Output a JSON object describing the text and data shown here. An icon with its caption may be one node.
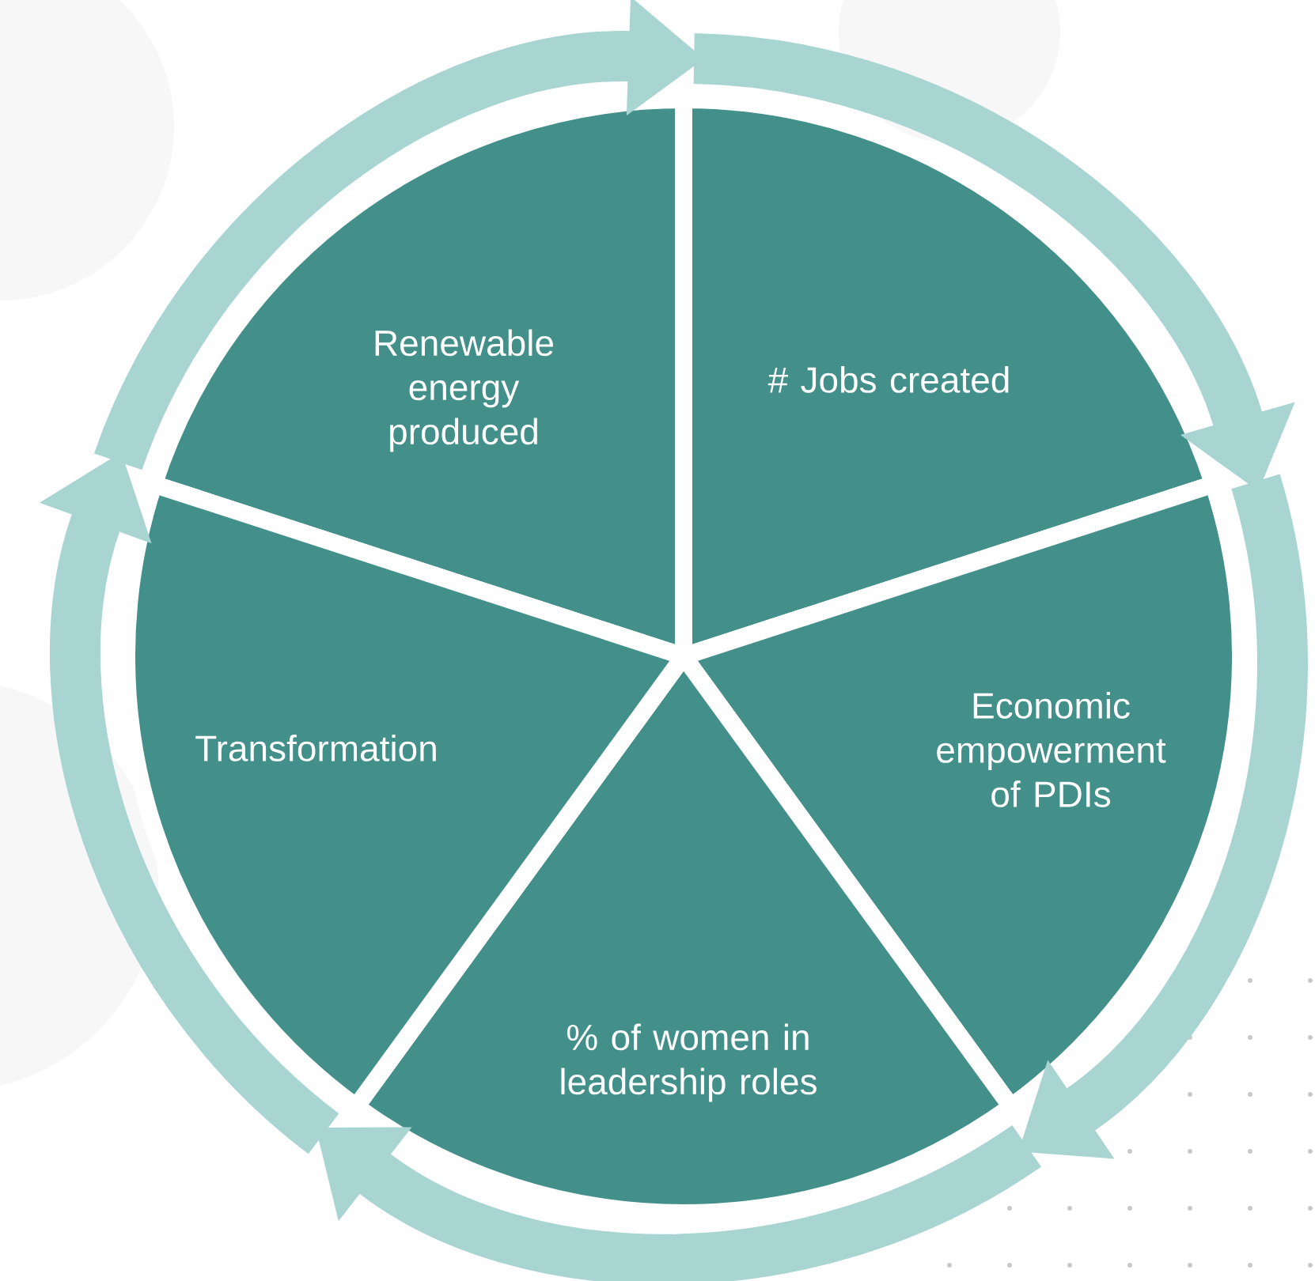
{
  "diagram": {
    "nodes": [
      {
        "text": [
          "Renewable energy produced"
        ]
      },
      {
        "text": [
          "# Jobs created"
        ]
      },
      {
        "text": [
          "Economic empowerment of PDIs"
        ]
      },
      {
        "text": [
          "% of women in leadership roles"
        ]
      },
      {
        "text": [
          "Transformation"
        ]
      }
    ],
    "edges": [
      {
        "from": 0,
        "to": 1,
        "arrow": "to"
      },
      {
        "from": 1,
        "to": 2,
        "arrow": "to"
      },
      {
        "from": 2,
        "to": 3,
        "arrow": "to"
      },
      {
        "from": 3,
        "to": 4,
        "arrow": "to"
      },
      {
        "from": 4,
        "to": 0,
        "arrow": "to"
      }
    ]
  }
}
